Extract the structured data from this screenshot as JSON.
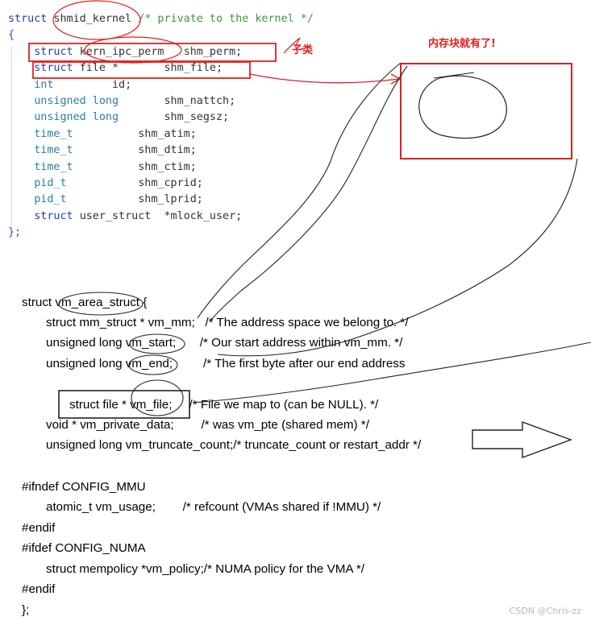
{
  "top_code": {
    "l0": {
      "kw": "struct",
      "name": "shmid_kernel",
      "comment": "/* private to the kernel */"
    },
    "l1": {
      "brace": "{"
    },
    "l2": {
      "kw": "struct",
      "type": "kern_ipc_perm",
      "field": "shm_perm;"
    },
    "l3": {
      "kw": "struct",
      "type": "file *",
      "field": "shm_file;"
    },
    "l4": {
      "type": "int",
      "field": "id;"
    },
    "l5": {
      "type": "unsigned long",
      "field": "shm_nattch;"
    },
    "l6": {
      "type": "unsigned long",
      "field": "shm_segsz;"
    },
    "l7": {
      "type": "time_t",
      "field": "shm_atim;"
    },
    "l8": {
      "type": "time_t",
      "field": "shm_dtim;"
    },
    "l9": {
      "type": "time_t",
      "field": "shm_ctim;"
    },
    "l10": {
      "type": "pid_t",
      "field": "shm_cprid;"
    },
    "l11": {
      "type": "pid_t",
      "field": "shm_lprid;"
    },
    "l12": {
      "kw": "struct",
      "type": "user_struct",
      "field": "*mlock_user;"
    },
    "l13": {
      "brace": "};"
    }
  },
  "bottom_code": [
    "struct vm_area_struct {",
    "struct mm_struct * vm_mm;   /* The address space we belong to. */",
    "unsigned long vm_start;       /* Our start address within vm_mm. */",
    "unsigned long vm_end;         /* The first byte after our end address",
    "struct file * vm_file;     /* File we map to (can be NULL). */",
    "void * vm_private_data;        /* was vm_pte (shared mem) */",
    "unsigned long vm_truncate_count;/* truncate_count or restart_addr */",
    "#ifndef CONFIG_MMU",
    "atomic_t vm_usage;        /* refcount (VMAs shared if !MMU) */",
    "#endif",
    "#ifdef CONFIG_NUMA",
    "struct mempolicy *vm_policy;/* NUMA policy for the VMA */",
    "#endif",
    "};"
  ],
  "annotations": {
    "subclass": "子类",
    "memory_block": "内存块就有了!"
  },
  "watermark": "CSDN @Chris-zz",
  "colors": {
    "keyword": "#1f3fae",
    "type": "#2b7f9e",
    "comment": "#3c9a3c",
    "annotation": "#e02020"
  }
}
